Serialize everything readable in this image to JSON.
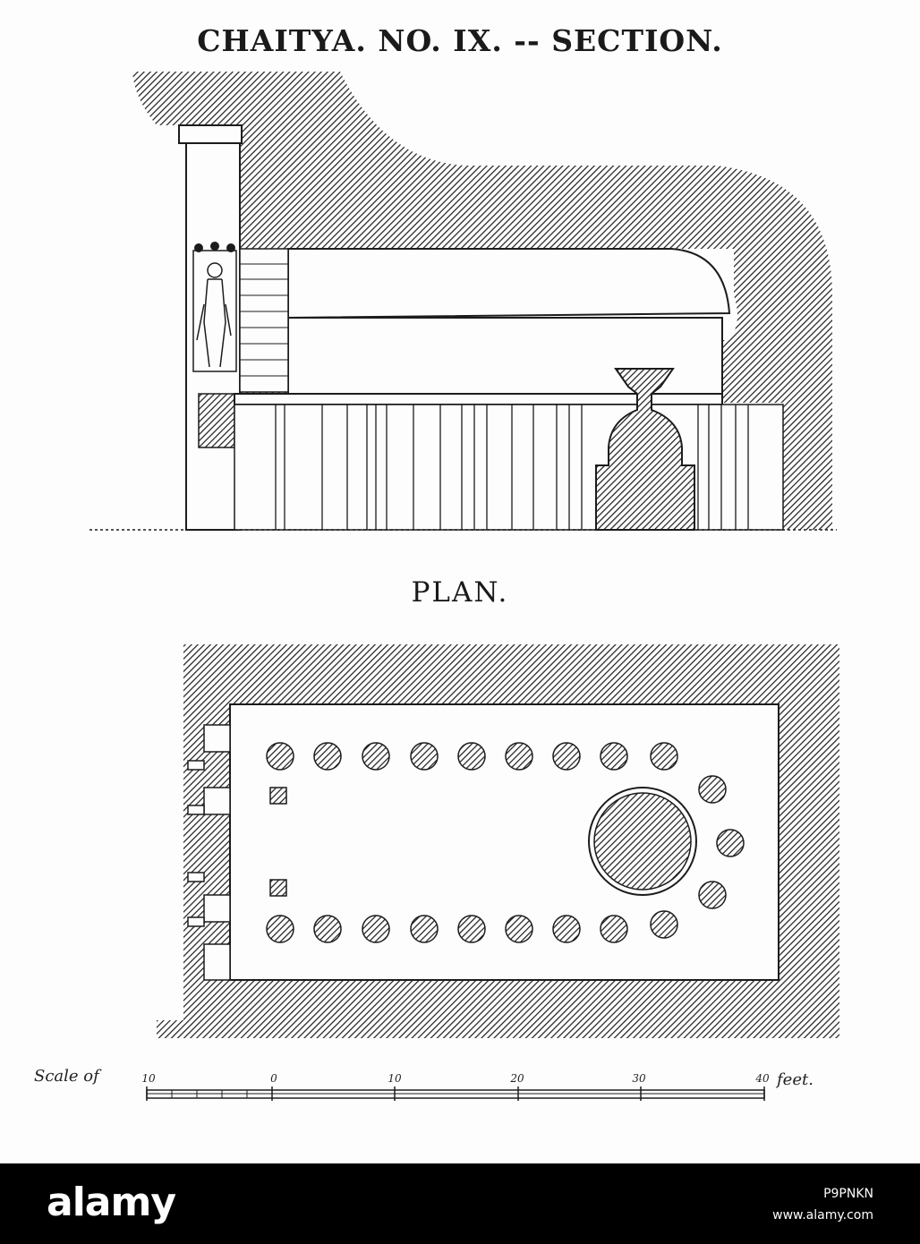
{
  "section": {
    "title": "CHAITYA. NO. IX. -- SECTION."
  },
  "plan": {
    "title": "PLAN."
  },
  "scale": {
    "label": "Scale of",
    "unit": "feet.",
    "ticks": [
      "10",
      "0",
      "10",
      "20",
      "30",
      "40"
    ]
  },
  "footer": {
    "logo_text": "alamy",
    "image_id": "P9PNKN",
    "url": "www.alamy.com"
  },
  "colors": {
    "ink": "#1c1c1c",
    "paper": "#fdfdfd",
    "footer_bg": "#000000"
  }
}
